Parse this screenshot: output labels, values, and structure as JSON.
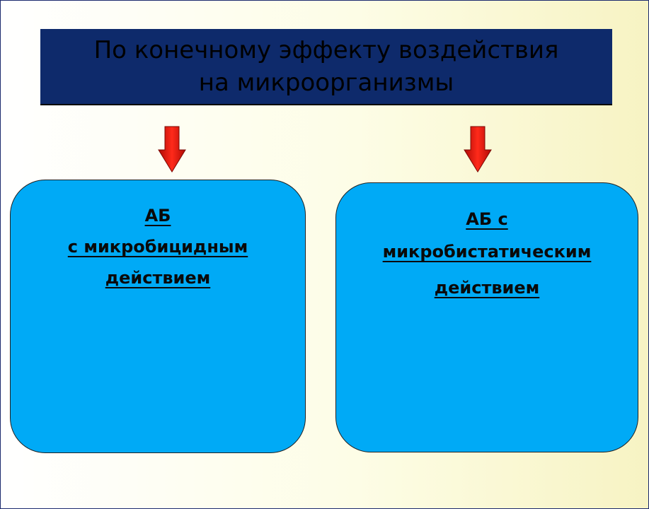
{
  "title": {
    "line1": "По конечному эффекту воздействия",
    "line2": "на микроорганизмы"
  },
  "left_card": {
    "line1": "АБ",
    "line2": "с микробицидным",
    "line3": "действием"
  },
  "right_card": {
    "line1": "АБ с",
    "line2": "микробистатическим",
    "line3": "действием"
  },
  "colors": {
    "title_bg": "#0e2a6b",
    "card_bg": "#00aaf6",
    "arrow": "#d9140e"
  }
}
